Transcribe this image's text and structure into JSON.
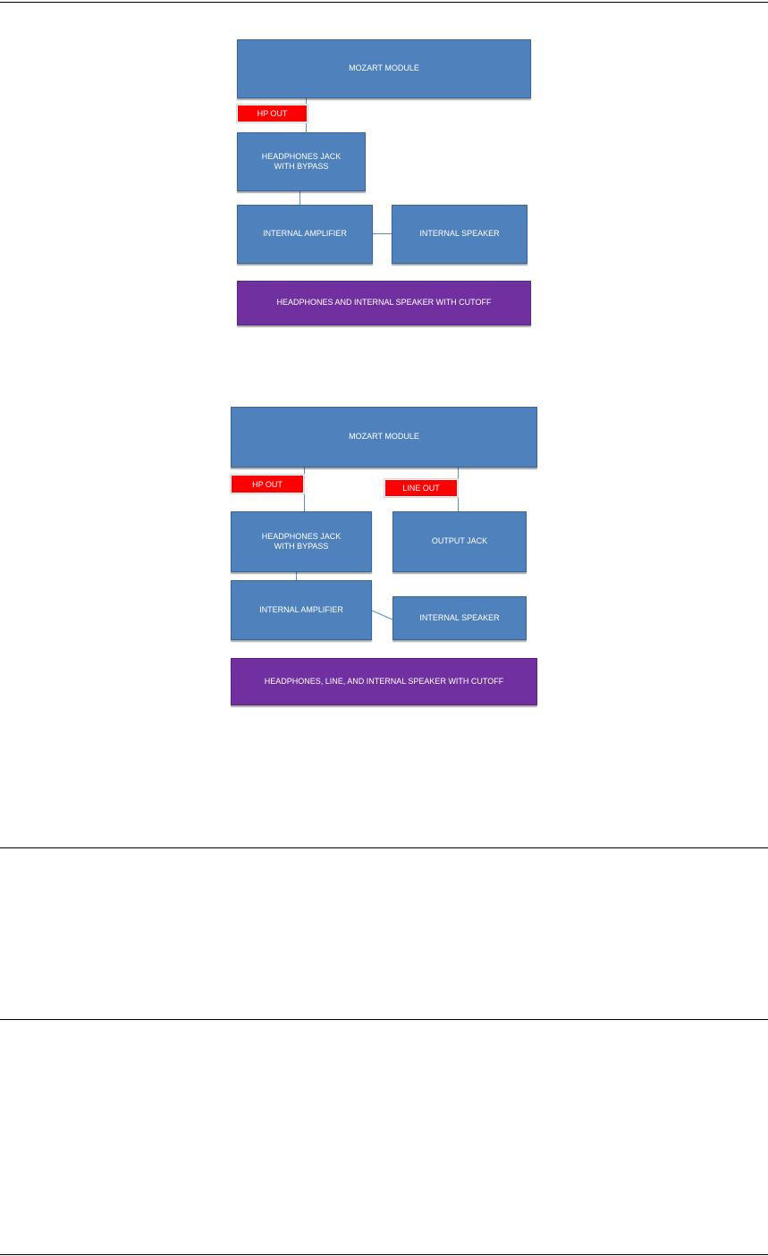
{
  "colors": {
    "module_blue": "#4f81bd",
    "output_red": "#ff0000",
    "summary_purple": "#7030a0",
    "wire_blue": "#5b8fc4"
  },
  "diagram1": {
    "module": "MOZART MODULE",
    "hp_out": "HP OUT",
    "headphones_jack": "HEADPHONES JACK\nWITH BYPASS",
    "amplifier": "INTERNAL AMPLIFIER",
    "speaker": "INTERNAL SPEAKER",
    "summary": "HEADPHONES AND INTERNAL SPEAKER WITH CUTOFF"
  },
  "diagram2": {
    "module": "MOZART MODULE",
    "hp_out": "HP OUT",
    "line_out": "LINE OUT",
    "headphones_jack": "HEADPHONES JACK\nWITH BYPASS",
    "output_jack": "OUTPUT JACK",
    "amplifier": "INTERNAL AMPLIFIER",
    "speaker": "INTERNAL SPEAKER",
    "summary": "HEADPHONES, LINE,  AND INTERNAL SPEAKER WITH CUTOFF"
  }
}
